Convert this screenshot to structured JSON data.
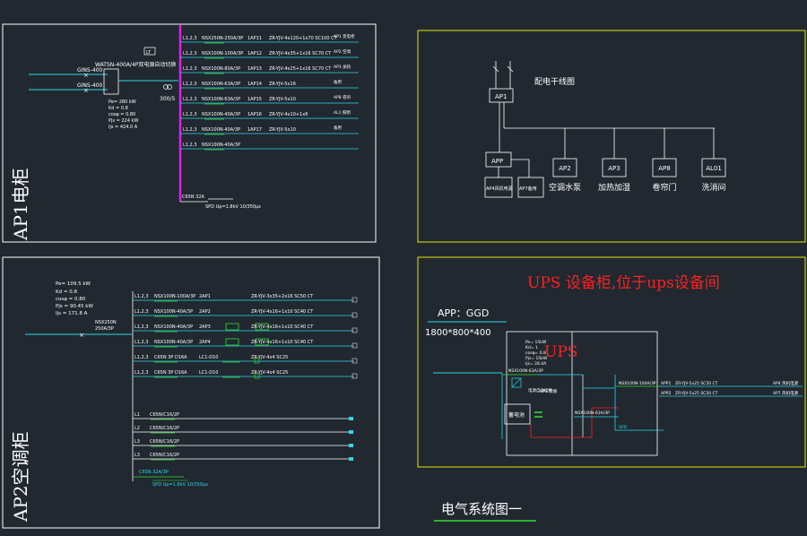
{
  "canvas": {
    "background": "#212830"
  },
  "colors": {
    "frame": "#ffffff",
    "yellow_frame": "#e6e600",
    "bus_magenta": "#e020e0",
    "cyan": "#2ad8e8",
    "green": "#2ee02e",
    "red": "#ff2020",
    "white": "#ffffff"
  },
  "ap1": {
    "side_title": "AP1电柜",
    "ats_label": "WATSN-400A/4P",
    "ats_suffix": "双电源自动切换",
    "cabinet_tag": "LT",
    "incoming": [
      "GINS-400",
      "GINS-400"
    ],
    "params": [
      "Pe= 280 kW",
      "Kd = 0.8",
      "cosφ = 0.80",
      "Pjs = 224 kW",
      "Ijs = 424.0 A"
    ],
    "meter": "300/5",
    "circuits": [
      {
        "phase": "L1,2,3",
        "breaker": "NSX250N-250A/3P",
        "code": "1AP11",
        "cable": "ZR-YJV-4x120+1x70 SC100 CT",
        "load": "AP1 变电柜"
      },
      {
        "phase": "L1,2,3",
        "breaker": "NSX100N-100A/3P",
        "code": "1AP12",
        "cable": "ZR-YJV-4x35+1x16 SC70 CT",
        "load": "AP2 空调"
      },
      {
        "phase": "L1,2,3",
        "breaker": "NSX100N-80A/3P",
        "code": "1AP13",
        "cable": "ZR-YJV-4x25+1x16 SC70 CT",
        "load": "AP3 加热"
      },
      {
        "phase": "L1,2,3",
        "breaker": "NSX100N-63A/3P",
        "code": "1AP14",
        "cable": "ZR-YJV-5x16",
        "load": "备用"
      },
      {
        "phase": "L1,2,3",
        "breaker": "NSX100N-63A/3P",
        "code": "1AP15",
        "cable": "ZR-YJV-5x10",
        "load": "AP8 卷帘"
      },
      {
        "phase": "L1,2,3",
        "breaker": "NSX100N-40A/3P",
        "code": "1AP16",
        "cable": "ZR-YJV-4x10+1x6",
        "load": "AL1 照明"
      },
      {
        "phase": "L1,2,3",
        "breaker": "NSX100N-40A/3P",
        "code": "1AP17",
        "cable": "ZR-YJV-5x10",
        "load": "备用"
      },
      {
        "phase": "L1,2,3",
        "breaker": "NSX100N-40A/3P",
        "code": "",
        "cable": "",
        "load": ""
      }
    ],
    "spd_label": "C65N 32A",
    "spd_note": "SPD Up=1.8kV 10/350μs"
  },
  "riser": {
    "title": "配电干线图",
    "top": "AP1",
    "mid": "APP",
    "boxes": [
      {
        "tag": "AP2",
        "label": "空调水泵"
      },
      {
        "tag": "AP3",
        "label": "加热加湿"
      },
      {
        "tag": "AP8",
        "label": "卷帘门"
      },
      {
        "tag": "AL01",
        "label": "洗消间"
      }
    ],
    "sub": [
      {
        "label": "AP4风机电源"
      },
      {
        "label": "AP7备用"
      }
    ]
  },
  "ap2": {
    "side_title": "AP2空调柜",
    "params": [
      "Pe= 109.5 kW",
      "Kd = 0.8",
      "cosφ = 0.80",
      "Pjs = 90.45 kW",
      "Ijs = 171.8 A"
    ],
    "main_breaker": [
      "NSX250N",
      "250A/3P"
    ],
    "circuits": [
      {
        "phase": "L1,2,3",
        "breaker": "NSX100N-100A/3P",
        "code": "2AP1",
        "cable": "ZR-YJV-3x35+2x16 SC50 CT"
      },
      {
        "phase": "L1,2,3",
        "breaker": "NSX100N-40A/3P",
        "code": "2AP2",
        "cable": "ZR-YJV-4x16+1x10 SC40 CT"
      },
      {
        "phase": "L1,2,3",
        "breaker": "NSX100N-40A/3P",
        "code": "2AP3",
        "cable": "ZR-YJV-4x16+1x10 SC40 CT"
      },
      {
        "phase": "L1,2,3",
        "breaker": "NSX100N-40A/3P",
        "code": "2AP4",
        "cable": "ZR-YJV-4x16+1x10 SC40 CT"
      },
      {
        "phase": "L1,2,3",
        "breaker": "C65N 3P D16A",
        "code": "LC1-D10",
        "cable": "ZR-YJV-4x4 SC25"
      },
      {
        "phase": "L1,2,3",
        "breaker": "C65N 3P D16A",
        "code": "LC1-D10",
        "cable": "ZR-YJV-4x4 SC25"
      }
    ],
    "single": [
      {
        "phase": "L1",
        "breaker": "C65N/C16/2P"
      },
      {
        "phase": "L2",
        "breaker": "C65N/C16/2P"
      },
      {
        "phase": "L3",
        "breaker": "C65N/C16/2P"
      },
      {
        "phase": "L3",
        "breaker": "C65N/C16/2P"
      }
    ],
    "spd": [
      "C65N 32A/3P",
      "SPD Up=1.8kV 10/350μs"
    ]
  },
  "ups": {
    "title": "UPS 设备柜,位于ups设备间",
    "app_label": "APP：GGD",
    "dimension": "1800*800*400",
    "ups_label": "UPS",
    "params": [
      "Pe= 15kW",
      "Kd= 1",
      "cosφ= 0.8",
      "Pjs= 15kW",
      "Ijs= 28.4A"
    ],
    "battery": "蓄电池",
    "in_breaker": "NSX100N-63A/3P",
    "bypass": "NSX100N-63A/3P",
    "out_breaker": "NSX100N-100A/3P",
    "circuits": [
      {
        "code": "APP1",
        "cable": "ZR-YJV-5x25 SC50 CT",
        "load": "AP4 风机电源"
      },
      {
        "code": "APP2",
        "cable": "ZR-YJV-5x25 SC50 CT",
        "load": "AP7 风机电源"
      }
    ],
    "note1": "电源自动切换",
    "note2": "UPS 旁路"
  },
  "footer": {
    "title": "电气系统图一"
  }
}
